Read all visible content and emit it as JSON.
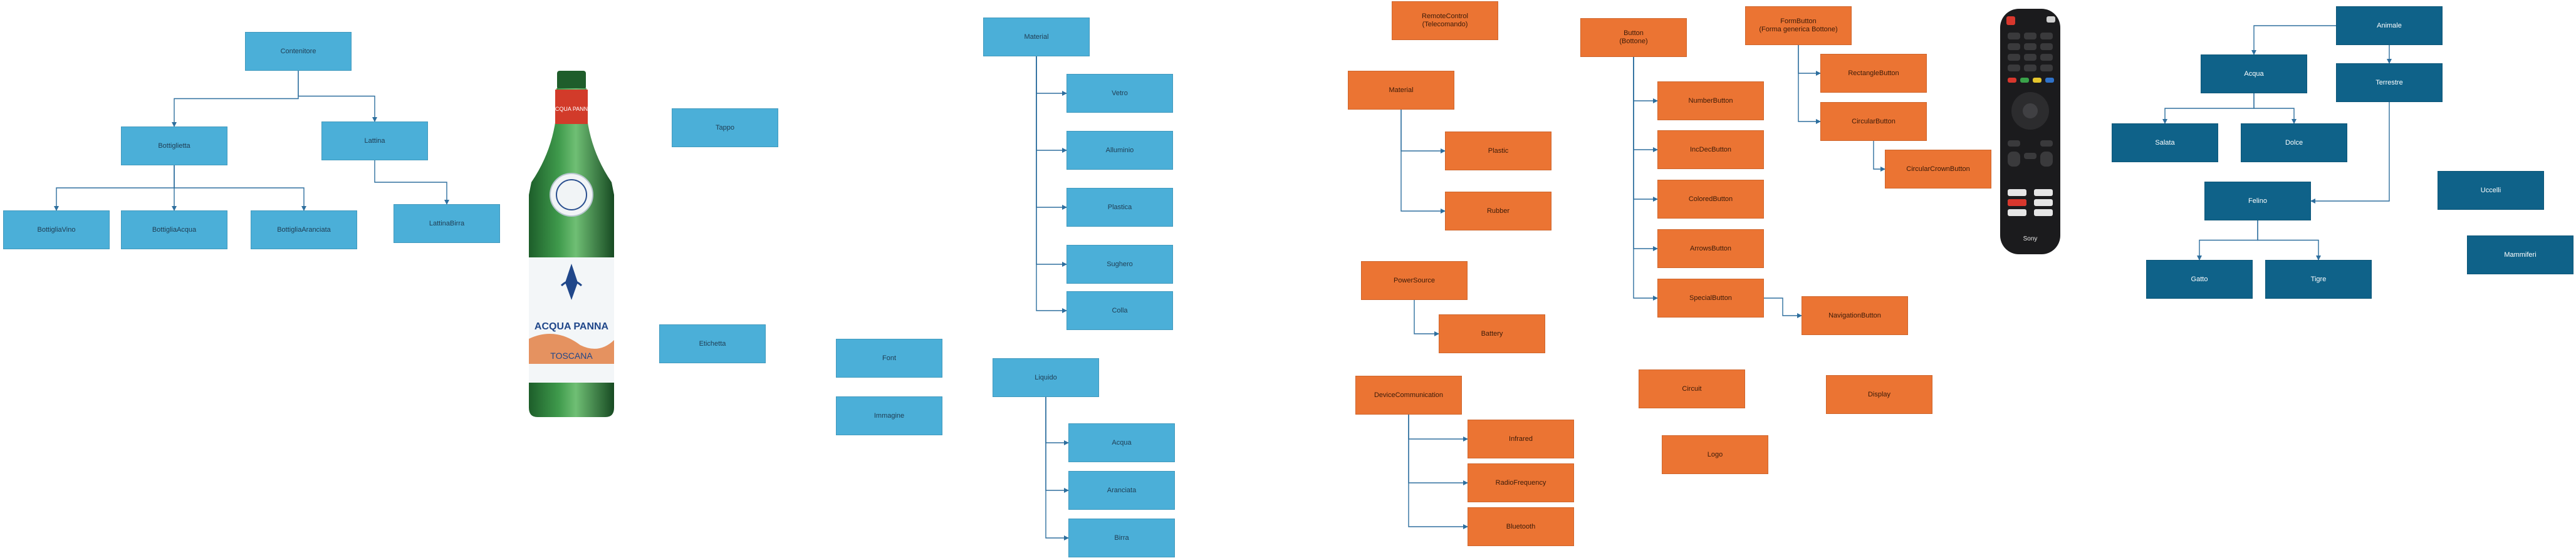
{
  "accent_colors": {
    "light_blue": "#4bafd8",
    "orange": "#eb7433",
    "dark_teal": "#0f6289",
    "line_blue": "#2e6f9e"
  },
  "nodes": {
    "contenitore": "Contenitore",
    "bottiglietta": "Bottiglietta",
    "lattina": "Lattina",
    "bottiglia_vino": "BottigliaVino",
    "bottiglia_acqua": "BottigliaAcqua",
    "bottiglia_aranciata": "BottigliaAranciata",
    "lattina_birra": "LattinaBirra",
    "tappo": "Tappo",
    "etichetta": "Etichetta",
    "font": "Font",
    "immagine": "Immagine",
    "material_1": "Material",
    "vetro": "Vetro",
    "alluminio": "Alluminio",
    "plastica_1": "Plastica",
    "sughero": "Sughero",
    "colla": "Colla",
    "liquido": "Liquido",
    "acqua_1": "Acqua",
    "aranciata": "Aranciata",
    "birra": "Birra",
    "remote_control": "RemoteControl\n(Telecomando)",
    "material_2": "Material",
    "plastic": "Plastic",
    "rubber": "Rubber",
    "power_source": "PowerSource",
    "battery": "Battery",
    "device_communication": "DeviceCommunication",
    "infrared": "Infrared",
    "radio_frequency": "RadioFrequency",
    "bluetooth": "Bluetooth",
    "button": "Button\n(Bottone)",
    "number_button": "NumberButton",
    "inc_dec_button": "IncDecButton",
    "colored_button": "ColoredButton",
    "arrows_button": "ArrowsButton",
    "special_button": "SpecialButton",
    "navigation_button": "NavigationButton",
    "form_button": "FormButton\n(Forma generica Bottone)",
    "rectangle_button": "RectangleButton",
    "circular_button": "CircularButton",
    "circular_crown_button": "CircularCrownButton",
    "circuit": "Circuit",
    "display": "Display",
    "logo": "Logo",
    "animale": "Animale",
    "acqua_2": "Acqua",
    "terrestre": "Terrestre",
    "salata": "Salata",
    "dolce": "Dolce",
    "felino": "Felino",
    "gatto": "Gatto",
    "tigre": "Tigre",
    "uccelli": "Uccelli",
    "mammiferi": "Mammiferi"
  },
  "bottle_image": {
    "icon": "mineral-water-bottle",
    "brand_text": "ACQUA PANNA",
    "sub_text": "TOSCANA",
    "glass_color": "#2f7f3a"
  },
  "remote_image": {
    "icon": "tv-remote-control",
    "brand_text": "Sony"
  }
}
